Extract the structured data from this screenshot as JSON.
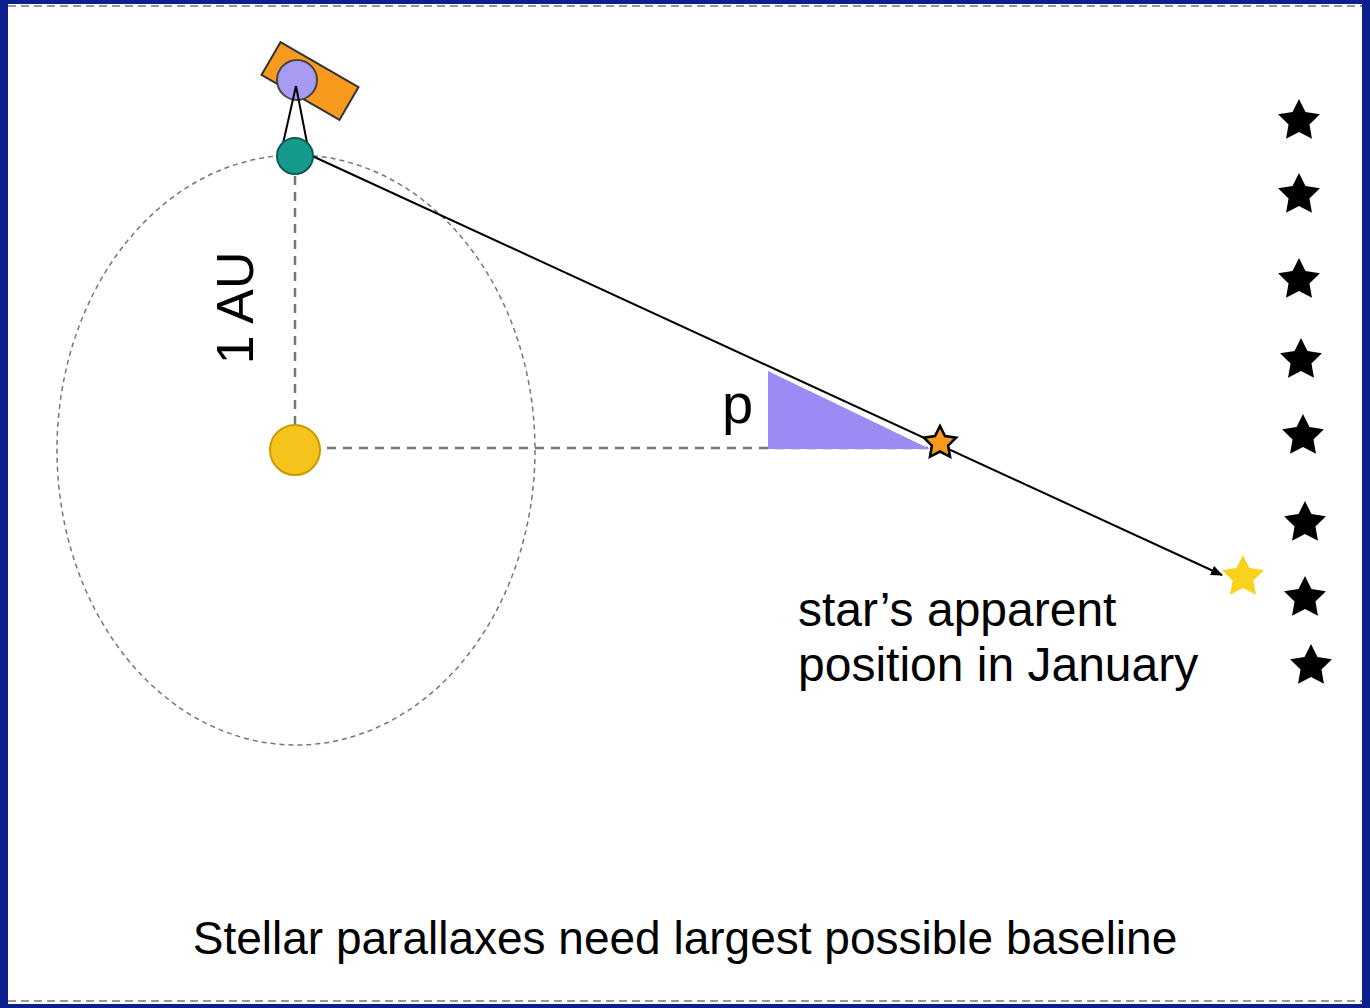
{
  "diagram": {
    "caption": "Stellar parallaxes need largest possible baseline",
    "labels": [
      "1 AU",
      "p",
      "star’s apparent position in January"
    ]
  }
}
